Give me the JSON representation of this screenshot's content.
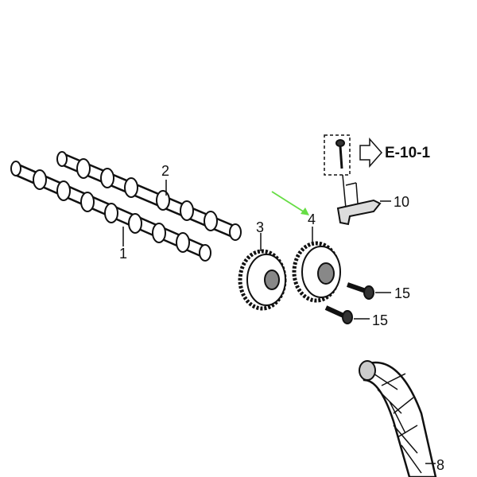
{
  "callouts": {
    "camshaft_1": "1",
    "camshaft_2": "2",
    "sprocket_3": "3",
    "sprocket_4": "4",
    "bracket_10": "10",
    "bolt_15_a": "15",
    "bolt_15_b": "15",
    "guide_8": "8"
  },
  "reference": "E-10-1",
  "colors": {
    "line": "#111111",
    "highlight_arrow": "#66dd44"
  }
}
